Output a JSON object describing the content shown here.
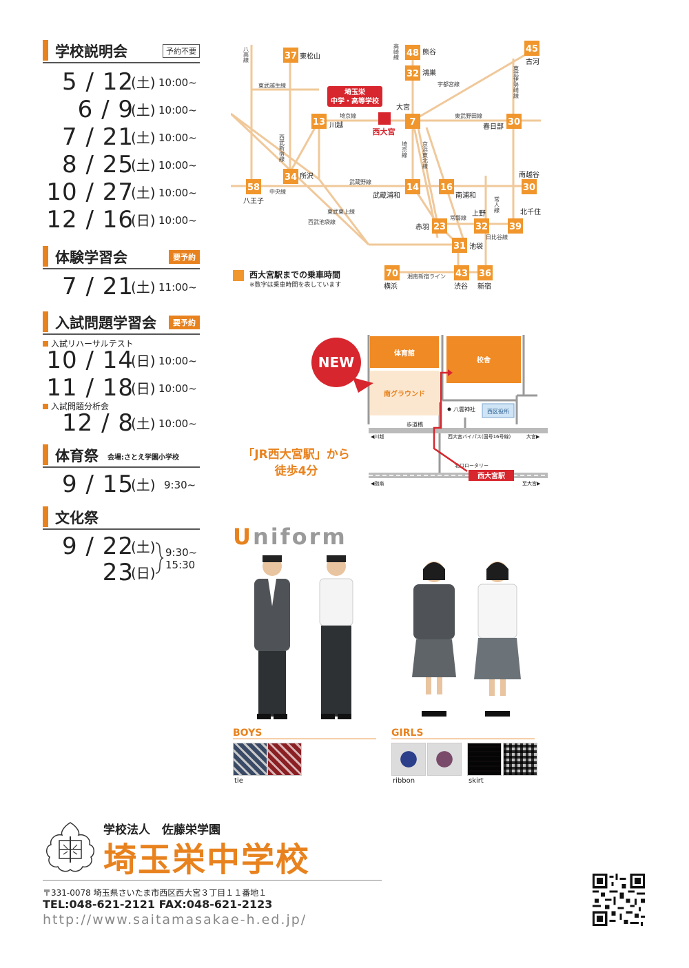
{
  "schedule": {
    "briefing": {
      "title": "学校説明会",
      "badge": "予約不要",
      "dates": [
        {
          "md": "5 / 12",
          "dow": "(土)",
          "time": "10:00~"
        },
        {
          "md": "6 /   9",
          "dow": "(土)",
          "time": "10:00~"
        },
        {
          "md": "7 / 21",
          "dow": "(土)",
          "time": "10:00~"
        },
        {
          "md": "8 / 25",
          "dow": "(土)",
          "time": "10:00~"
        },
        {
          "md": "10 / 27",
          "dow": "(土)",
          "time": "10:00~"
        },
        {
          "md": "12 / 16",
          "dow": "(日)",
          "time": "10:00~"
        }
      ]
    },
    "trial": {
      "title": "体験学習会",
      "badge": "要予約",
      "dates": [
        {
          "md": "7 / 21",
          "dow": "(土)",
          "time": "11:00~"
        }
      ]
    },
    "exam_study": {
      "title": "入試問題学習会",
      "badge": "要予約",
      "sub1": "入試リハーサルテスト",
      "sub1_dates": [
        {
          "md": "10 / 14",
          "dow": "(日)",
          "time": "10:00~"
        },
        {
          "md": "11 / 18",
          "dow": "(日)",
          "time": "10:00~"
        }
      ],
      "sub2": "入試問題分析会",
      "sub2_dates": [
        {
          "md": "12 /   8",
          "dow": "(土)",
          "time": "10:00~"
        }
      ]
    },
    "sports": {
      "title": "体育祭",
      "venue": "会場:さとえ学園小学校",
      "dates": [
        {
          "md": "9 / 15",
          "dow": "(土)",
          "time": "9:30~"
        }
      ]
    },
    "culture": {
      "title": "文化祭",
      "dates": [
        {
          "md": "9 / 22",
          "dow": "(土)"
        },
        {
          "md": "23",
          "dow": "(日)"
        }
      ],
      "time_start": "9:30~",
      "time_end": "15:30"
    }
  },
  "route_map": {
    "school_label_1": "埼玉栄",
    "school_label_2": "中学・高等学校",
    "origin": "西大宮",
    "stations": [
      {
        "name": "東松山",
        "min": "37"
      },
      {
        "name": "熊谷",
        "min": "48"
      },
      {
        "name": "鴻巣",
        "min": "32"
      },
      {
        "name": "古河",
        "min": "45"
      },
      {
        "name": "川越",
        "min": "13"
      },
      {
        "name": "大宮",
        "min": "7"
      },
      {
        "name": "春日部",
        "min": "30"
      },
      {
        "name": "所沢",
        "min": "34"
      },
      {
        "name": "八王子",
        "min": "58"
      },
      {
        "name": "武蔵浦和",
        "min": "14"
      },
      {
        "name": "南浦和",
        "min": "16"
      },
      {
        "name": "南越谷",
        "min": "30"
      },
      {
        "name": "上野",
        "min": "32"
      },
      {
        "name": "北千住",
        "min": "39"
      },
      {
        "name": "赤羽",
        "min": "23"
      },
      {
        "name": "池袋",
        "min": "31"
      },
      {
        "name": "横浜",
        "min": "70"
      },
      {
        "name": "渋谷",
        "min": "43"
      },
      {
        "name": "新宿",
        "min": "36"
      }
    ],
    "lines": {
      "hachiko": "八高線",
      "tobu_tojo": "東武越生線",
      "takasaki": "高崎線",
      "utsunomiya": "宇都宮線",
      "tobu_isesaki": "東武伊勢崎線",
      "saikyo": "埼京線",
      "tobu_noda": "東武野田線",
      "seibu_shinjuku": "西武新宿線",
      "keihin": "京浜東北線",
      "saikyo2": "埼京線",
      "musashino": "武蔵野線",
      "chuo": "中央線",
      "tojo": "東武東上線",
      "seibu_ikebukuro": "西武池袋線",
      "joban": "常磐線",
      "hibiya": "日比谷線",
      "shonan": "湘南新宿ライン",
      "keihin_tohoku_2": "常人線"
    },
    "legend_title": "西大宮駅までの乗車時間",
    "legend_note": "※数字は乗車時間を表しています"
  },
  "campus_map": {
    "new_label": "NEW",
    "gym": "体育館",
    "school_bldg": "校舎",
    "south_ground": "南グラウンド",
    "shrine": "八雲神社",
    "ward_office": "西区役所",
    "bridge": "歩道橋",
    "bypass": "西大宮バイパス(国号16号線)",
    "kawagoe": "◀川越",
    "omiya": "大宮▶",
    "rotary": "北口ロータリー",
    "station": "西大宮駅",
    "sashiogi": "◀指扇",
    "to_omiya": "至大宮▶",
    "caption_1": "「JR西大宮駅」から",
    "caption_2": "徒歩4分"
  },
  "uniform": {
    "title_first": "U",
    "title_rest": "niform",
    "boys_label": "BOYS",
    "girls_label": "GIRLS",
    "tie_label": "tie",
    "ribbon_label": "ribbon",
    "skirt_label": "skirt"
  },
  "footer": {
    "corp": "学校法人　佐藤栄学園",
    "school": "埼玉栄中学校",
    "address": "〒331-0078 埼玉県さいたま市西区西大宮３丁目１１番地１",
    "tel": "TEL:048-621-2121 FAX:048-621-2123",
    "url": "http://www.saitamasakae-h.ed.jp/"
  },
  "colors": {
    "accent": "#e8821e",
    "station": "#f0962c",
    "school_red": "#d7262e"
  }
}
